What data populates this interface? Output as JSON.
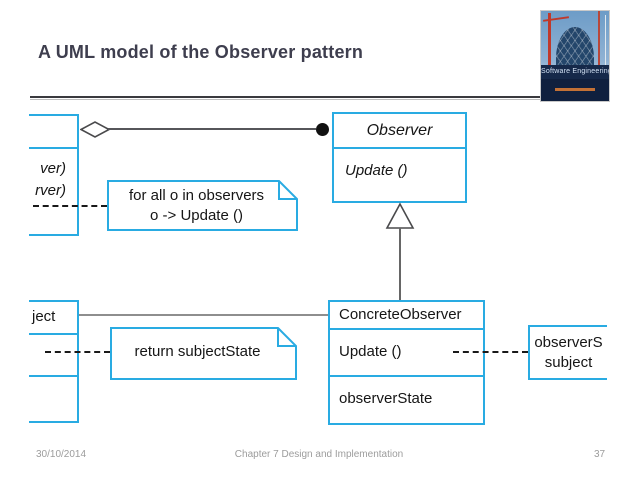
{
  "slide": {
    "title": "A UML model of the Observer pattern",
    "footer": {
      "date": "30/10/2014",
      "center": "Chapter 7 Design and Implementation",
      "page": "37"
    }
  },
  "logo": {
    "title": "Software Engineering"
  },
  "diagram": {
    "subject_clipped": {
      "method_lines": [
        "ver)",
        "rver)"
      ]
    },
    "observer": {
      "name": "Observer",
      "method": "Update ()"
    },
    "concrete_subject_clipped": {
      "name": "ject"
    },
    "concrete_observer": {
      "name": "ConcreteObserver",
      "method": "Update ()",
      "attribute": "observerState"
    },
    "observer_state_clipped": {
      "line1": "observerS",
      "line2": "subject"
    },
    "note_observers": {
      "line1": "for all o in observers",
      "line2": "o -> Update ()"
    },
    "note_subject_state": {
      "line1": "return subjectState"
    },
    "colors": {
      "box_border": "#29abe2",
      "connector": "#56565a",
      "dashed_line": "#191919",
      "title_text": "#3e3e4e",
      "footer_text": "#9c9c9c"
    }
  }
}
